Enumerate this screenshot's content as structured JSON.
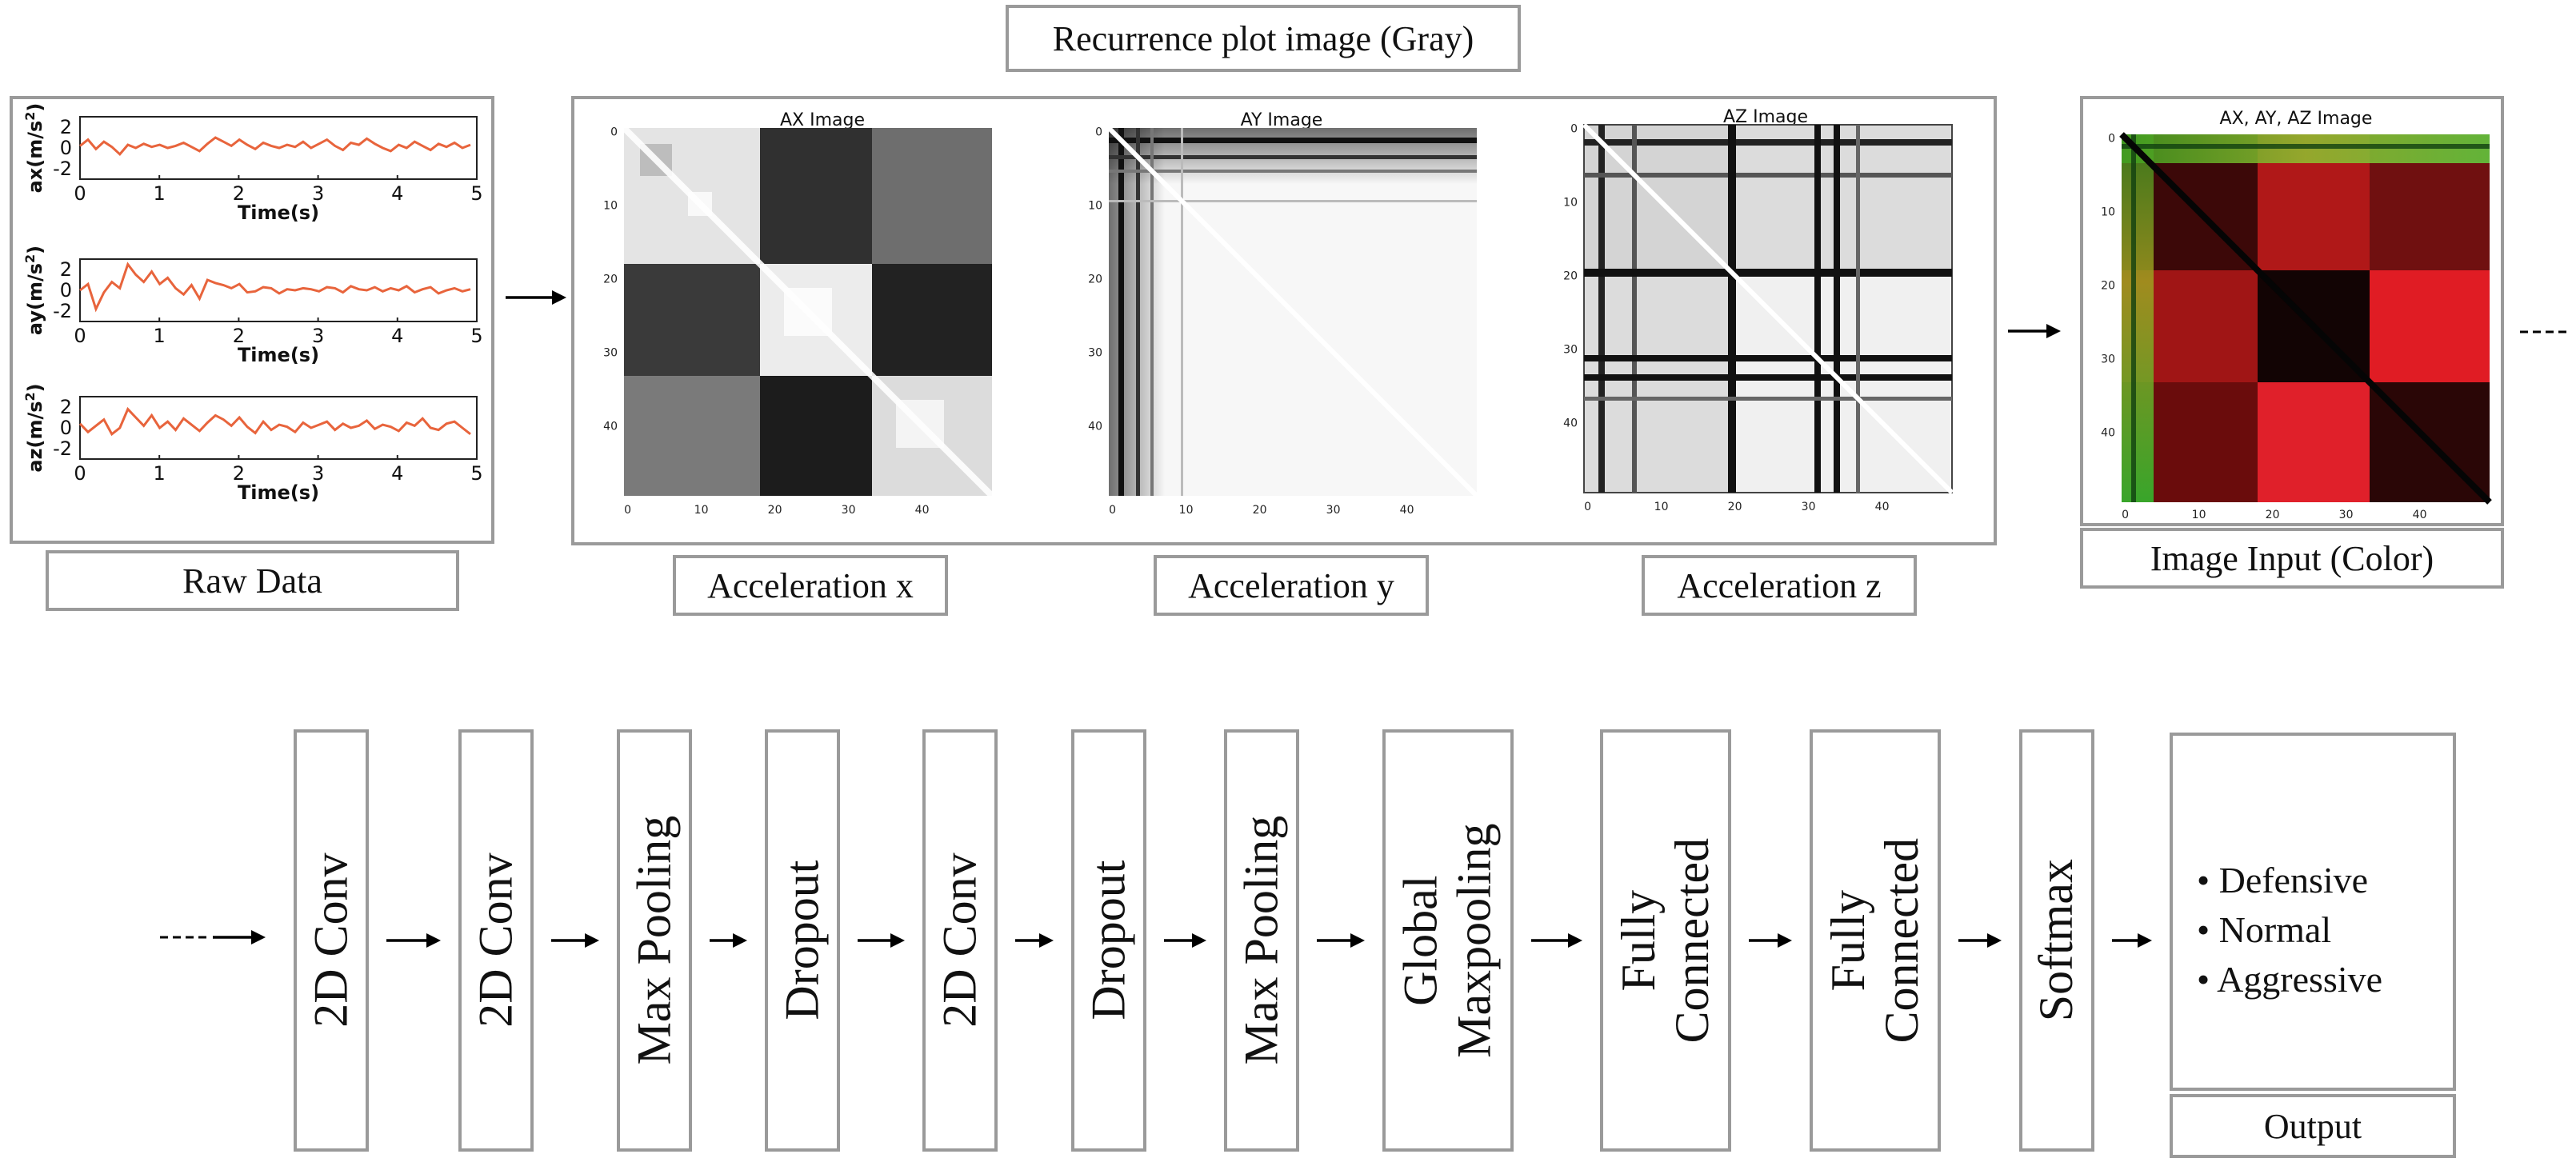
{
  "header": {
    "title": "Recurrence plot image (Gray)"
  },
  "raw": {
    "label": "Raw Data",
    "series_color": "#e8643c",
    "xlabel": "Time(s)",
    "x_ticks": [
      "0",
      "1",
      "2",
      "3",
      "4",
      "5"
    ],
    "y_ticks": [
      "2",
      "0",
      "-2"
    ],
    "channels": [
      {
        "ylabel": "ax(m/s",
        "values": [
          0.2,
          0.8,
          -0.1,
          0.6,
          0.1,
          -0.6,
          0.3,
          0.0,
          0.4,
          0.1,
          0.3,
          0.0,
          0.2,
          0.5,
          0.1,
          -0.3,
          0.4,
          1.0,
          0.6,
          0.2,
          0.8,
          0.3,
          -0.1,
          0.5,
          0.2,
          0.0,
          0.3,
          0.1,
          0.6,
          0.0,
          0.4,
          0.8,
          0.2,
          -0.2,
          0.5,
          0.3,
          0.9,
          0.4,
          0.0,
          -0.3,
          0.3,
          0.0,
          0.6,
          0.2,
          -0.2,
          0.4,
          0.1,
          0.5,
          0.0,
          0.3
        ]
      },
      {
        "ylabel": "ay(m/s",
        "values": [
          0.0,
          0.6,
          -1.8,
          -0.2,
          0.8,
          0.2,
          2.5,
          1.5,
          0.8,
          1.8,
          0.6,
          1.2,
          0.2,
          -0.4,
          0.5,
          -0.8,
          1.0,
          0.7,
          0.5,
          0.2,
          0.6,
          -0.2,
          -0.1,
          0.3,
          0.2,
          -0.3,
          0.1,
          0.0,
          0.2,
          0.1,
          -0.1,
          0.3,
          0.2,
          -0.2,
          0.4,
          0.1,
          0.0,
          0.3,
          -0.1,
          0.2,
          0.0,
          0.4,
          -0.2,
          0.1,
          0.3,
          -0.3,
          0.0,
          0.2,
          -0.1,
          0.1
        ]
      },
      {
        "ylabel": "az(m/s",
        "values": [
          0.4,
          -0.4,
          0.2,
          0.8,
          -0.6,
          0.0,
          1.8,
          1.0,
          0.2,
          1.2,
          0.0,
          0.6,
          -0.2,
          0.9,
          0.3,
          -0.3,
          0.5,
          1.2,
          0.8,
          0.2,
          1.0,
          0.1,
          -0.5,
          0.6,
          -0.2,
          0.3,
          0.1,
          -0.4,
          0.5,
          0.0,
          0.3,
          0.6,
          -0.2,
          0.4,
          0.0,
          0.2,
          0.7,
          -0.1,
          0.3,
          0.1,
          -0.3,
          0.5,
          0.2,
          0.9,
          0.0,
          -0.2,
          0.4,
          0.6,
          0.0,
          -0.6
        ]
      }
    ]
  },
  "gray_plots": [
    {
      "title": "AX Image",
      "caption": "Acceleration x"
    },
    {
      "title": "AY Image",
      "caption": "Acceleration y"
    },
    {
      "title": "AZ Image",
      "caption": "Acceleration z"
    }
  ],
  "color_plot": {
    "title": "AX, AY, AZ Image",
    "caption": "Image Input (Color)"
  },
  "rp_ticks": {
    "y": [
      "0",
      "10",
      "20",
      "30",
      "40"
    ],
    "x": [
      "0",
      "10",
      "20",
      "30",
      "40"
    ]
  },
  "layers": [
    {
      "lines": [
        "2D Conv"
      ]
    },
    {
      "lines": [
        "2D Conv"
      ]
    },
    {
      "lines": [
        "Max Pooling"
      ]
    },
    {
      "lines": [
        "Dropout"
      ]
    },
    {
      "lines": [
        "2D Conv"
      ]
    },
    {
      "lines": [
        "Dropout"
      ]
    },
    {
      "lines": [
        "Max Pooling"
      ]
    },
    {
      "lines": [
        "Global",
        "Maxpooling"
      ]
    },
    {
      "lines": [
        "Fully",
        "Connected"
      ]
    },
    {
      "lines": [
        "Fully",
        "Connected"
      ]
    },
    {
      "lines": [
        "Softmax"
      ]
    }
  ],
  "output": {
    "classes": [
      "• Defensive",
      "• Normal",
      "• Aggressive"
    ],
    "label": "Output"
  }
}
